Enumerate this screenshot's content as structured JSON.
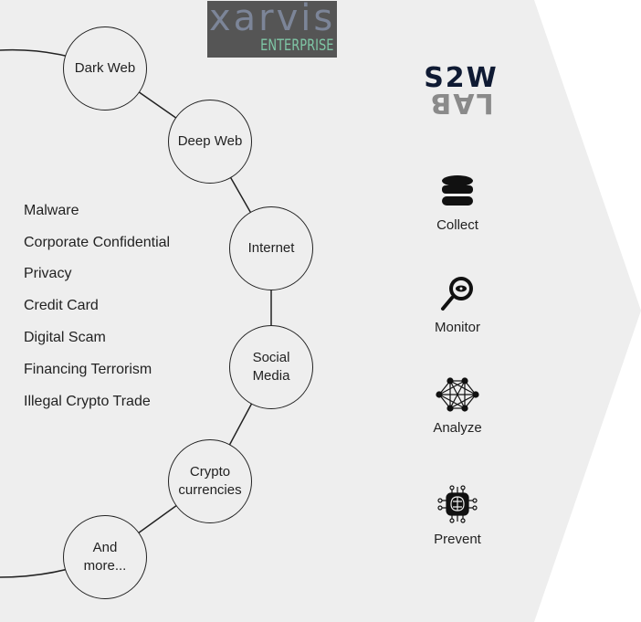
{
  "logos": {
    "xarvis": "xarvis",
    "enterprise": "ENTERPRISE",
    "s2w_top": "S2W",
    "s2w_bottom": "LAB"
  },
  "nodes": [
    "Dark Web",
    "Deep Web",
    "Internet",
    "Social Media",
    "Crypto currencies",
    "And more..."
  ],
  "categories": [
    "Malware",
    "Corporate Confidential",
    "Privacy",
    "Credit Card",
    "Digital Scam",
    "Financing Terrorism",
    "Illegal Crypto Trade"
  ],
  "features": [
    {
      "label": "Collect",
      "icon": "database-icon"
    },
    {
      "label": "Monitor",
      "icon": "magnifier-eye-icon"
    },
    {
      "label": "Analyze",
      "icon": "network-icon"
    },
    {
      "label": "Prevent",
      "icon": "brain-chip-icon"
    }
  ],
  "colors": {
    "panel": "#eeeeee",
    "s2w": "#0f1a33",
    "lab": "#8a8a8a"
  }
}
